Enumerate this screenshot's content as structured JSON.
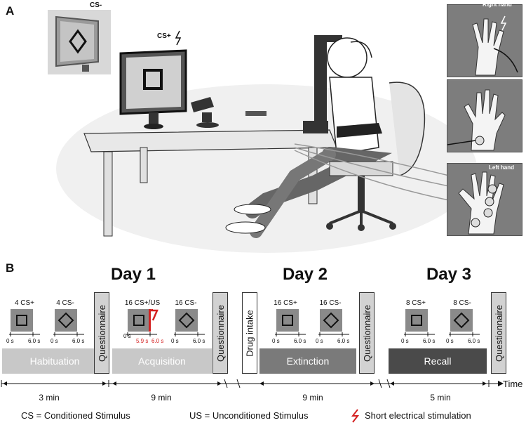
{
  "panel_a": {
    "letter": "A",
    "cs_minus_label": "CS-",
    "cs_plus_label": "CS+",
    "hand_labels": [
      "Right hand",
      "Left hand"
    ]
  },
  "panel_b": {
    "letter": "B",
    "days": [
      "Day 1",
      "Day 2",
      "Day 3"
    ],
    "stimuli": [
      {
        "label": "4 CS+",
        "shape": "square"
      },
      {
        "label": "4 CS-",
        "shape": "diamond"
      },
      {
        "label": "16 CS+/US",
        "shape": "square",
        "us": true
      },
      {
        "label": "16 CS-",
        "shape": "diamond"
      },
      {
        "label": "16 CS+",
        "shape": "square"
      },
      {
        "label": "16 CS-",
        "shape": "diamond"
      },
      {
        "label": "8 CS+",
        "shape": "square"
      },
      {
        "label": "8 CS-",
        "shape": "diamond"
      }
    ],
    "tick_start": "0 s",
    "tick_end": "6.0 s",
    "us_ticks": [
      "5.9 s",
      "6.0 s"
    ],
    "phases": [
      "Habituation",
      "Acquisition",
      "Extinction",
      "Recall"
    ],
    "questionnaire": "Questionnaire",
    "drug_intake": "Drug intake",
    "durations": [
      "3 min",
      "9 min",
      "9 min",
      "5 min"
    ],
    "time_label": "Time",
    "legend": {
      "cs": "CS = Conditioned Stimulus",
      "us": "US = Unconditioned Stimulus",
      "shock": "Short electrical stimulation"
    },
    "colors": {
      "habituation": "#c8c8c8",
      "acquisition": "#c8c8c8",
      "extinction": "#7a7a7a",
      "recall": "#4a4a4a",
      "us_red": "#d42020"
    }
  }
}
